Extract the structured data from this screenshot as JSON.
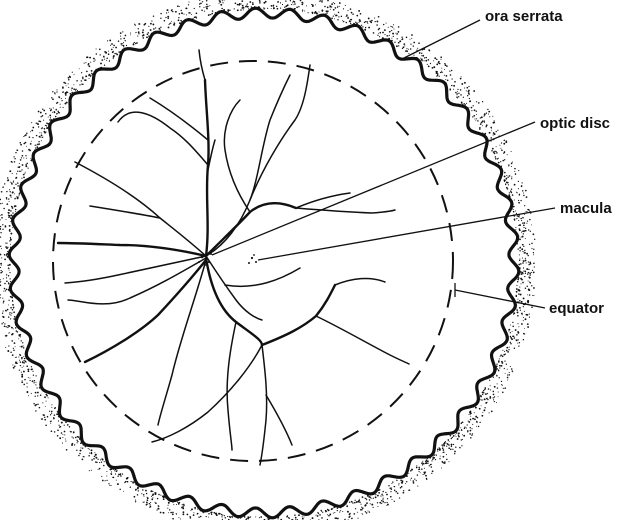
{
  "labels": {
    "ora_serrata": "ora serrata",
    "optic_disc": "optic disc",
    "macula": "macula",
    "equator": "equator"
  },
  "colors": {
    "ink": "#111111",
    "background": "#ffffff"
  }
}
